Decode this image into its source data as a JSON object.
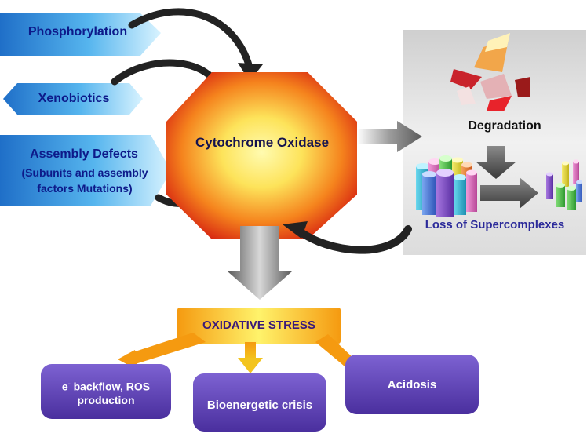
{
  "inputs": {
    "phosphorylation": "Phosphorylation",
    "xenobiotics": "Xenobiotics",
    "assembly_title": "Assembly Defects",
    "assembly_sub1": "(Subunits and assembly",
    "assembly_sub2": "factors Mutations)"
  },
  "center": {
    "label": "Cytochrome Oxidase"
  },
  "right_panel": {
    "degradation": "Degradation",
    "loss": "Loss of Supercomplexes"
  },
  "stress": {
    "label": "OXIDATIVE STRESS"
  },
  "outcomes": {
    "ros_line1": "e",
    "ros_superscript": "-",
    "ros_line1_rest": " backflow, ROS",
    "ros_line2": "production",
    "bioenergetic": "Bioenergetic crisis",
    "acidosis": "Acidosis"
  },
  "colors": {
    "input_blue": "#2e86d8",
    "input_light": "#cdeeff",
    "label_navy": "#0d1a8a",
    "octagon_core": "#fff27a",
    "octagon_edge": "#d81e10",
    "stress_orange": "#f5a010",
    "stress_yellow": "#fff36b",
    "outcome_purple": "#5b3fb0",
    "panel_grey": "#d8d8d8",
    "arrow_dark": "#1c1c1c"
  }
}
